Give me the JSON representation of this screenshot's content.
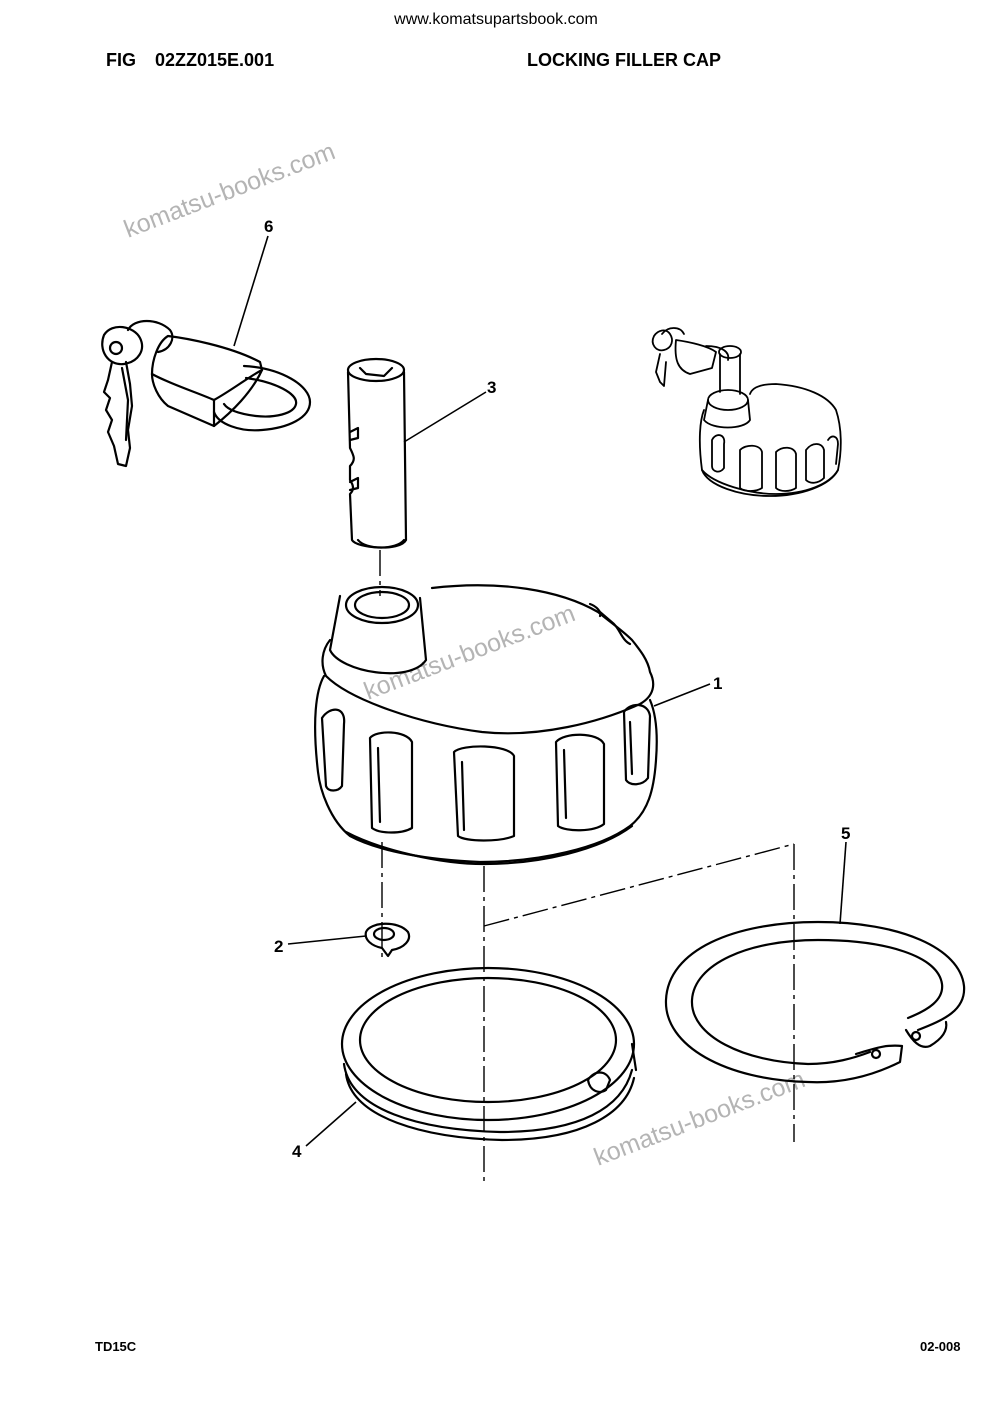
{
  "header": {
    "site_url": "www.komatsupartsbook.com",
    "figure_number": "FIG   02ZZ015E.001",
    "figure_title": "LOCKING FILLER CAP"
  },
  "watermarks": [
    "komatsu-books.com",
    "komatsu-books.com",
    "komatsu-books.com"
  ],
  "callouts": {
    "c1": "1",
    "c2": "2",
    "c3": "3",
    "c4": "4",
    "c5": "5",
    "c6": "6"
  },
  "footer": {
    "model": "TD15C",
    "page": "02-008"
  }
}
